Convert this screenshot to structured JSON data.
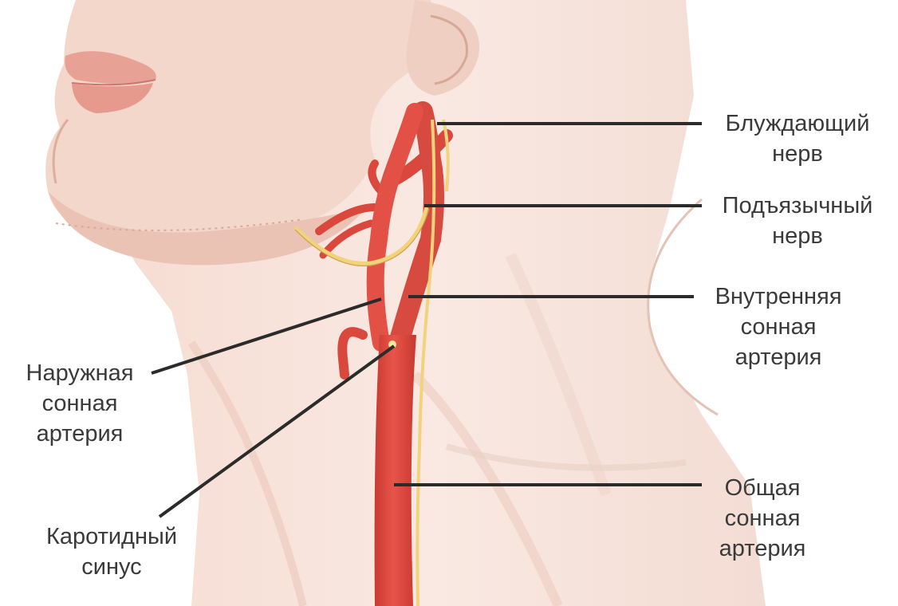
{
  "colors": {
    "background": "#ffffff",
    "skin_light": "#f9e9e2",
    "skin_mid": "#f1d2c6",
    "skin_shadow": "#e6b8a8",
    "artery": "#e0493f",
    "artery_dark": "#b8322c",
    "nerve": "#f2d27a",
    "leader_line": "#2b2b2b",
    "label_text": "#3a3a3a"
  },
  "labels": {
    "vagus_nerve": [
      "Блуждающий",
      "нерв"
    ],
    "hypoglossal_nerve": [
      "Подъязычный",
      "нерв"
    ],
    "internal_carotid": [
      "Внутренняя",
      "сонная",
      "артерия"
    ],
    "external_carotid": [
      "Наружная",
      "сонная",
      "артерия"
    ],
    "carotid_sinus": [
      "Каротидный",
      "синус"
    ],
    "common_carotid": [
      "Общая",
      "сонная",
      "артерия"
    ]
  }
}
